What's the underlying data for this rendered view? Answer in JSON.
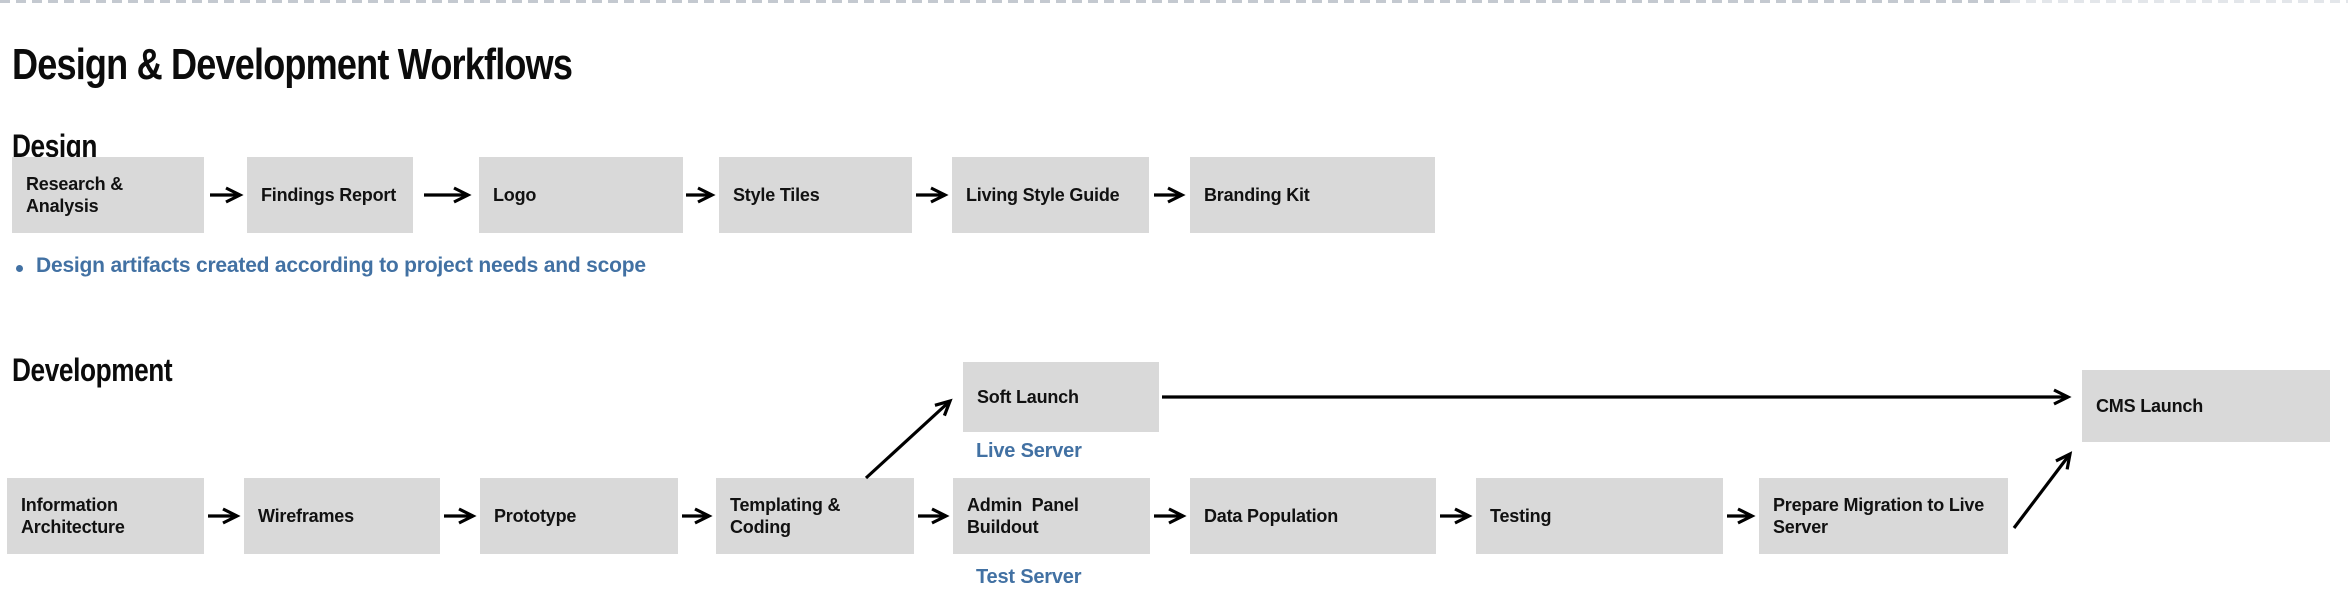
{
  "page": {
    "title": "Design & Development Workflows"
  },
  "colors": {
    "box_fill": "#d9d9d9",
    "box_text": "#111111",
    "accent_blue": "#4271a3",
    "arrow": "#000000"
  },
  "design_section": {
    "heading": "Design",
    "steps": [
      "Research & Analysis",
      "Findings Report",
      "Logo",
      "Style Tiles",
      "Living Style Guide",
      "Branding Kit"
    ],
    "note": "Design artifacts created according to project needs and scope"
  },
  "development_section": {
    "heading": "Development",
    "main_steps": [
      "Information Architecture",
      "Wireframes",
      "Prototype",
      "Templating & Coding",
      "Admin  Panel Buildout",
      "Data Population",
      "Testing",
      "Prepare Migration to Live Server"
    ],
    "branch_steps": {
      "soft_launch": "Soft Launch",
      "cms_launch": "CMS Launch"
    },
    "labels": {
      "live_server": "Live Server",
      "test_server": "Test Server"
    }
  }
}
